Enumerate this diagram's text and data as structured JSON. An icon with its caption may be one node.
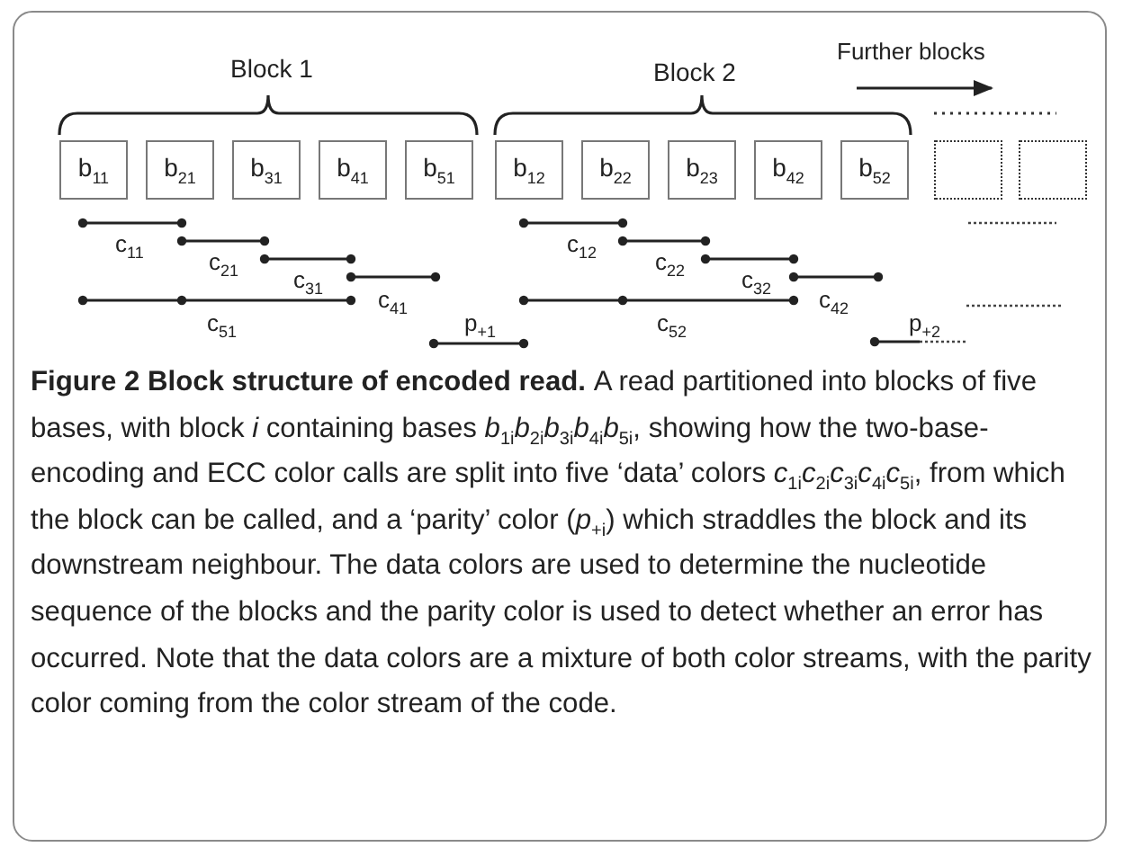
{
  "diagram": {
    "title": "Figure 2 Block structure of encoded read.",
    "caption": "A read partitioned into blocks of five bases, with block *i* containing bases *b*$_{1i}$*b*$_{2i}$*b*$_{3i}$*b*$_{4i}$*b*$_{5i}$, showing how the two-base-encoding and ECC color calls are split into five ‘data’ colors *c*$_{1i}$*c*$_{2i}$*c*$_{3i}$*c*$_{4i}$*c*$_{5i}$, from which the block can be called, and a ‘parity’ color (*p*$_{+i}$) which straddles the block and its downstream neighbour. The data colors are used to determine the nucleotide sequence of the blocks and the parity color is used to detect whether an error has occurred. Note that the data colors are a mixture of both color streams, with the parity color coming from the color stream of the code.",
    "nodes": [
      {
        "text": [
          "b$_{11}$"
        ]
      },
      {
        "text": [
          "b$_{21}$"
        ]
      },
      {
        "text": [
          "b$_{31}$"
        ]
      },
      {
        "text": [
          "b$_{41}$"
        ]
      },
      {
        "text": [
          "b$_{51}$"
        ]
      },
      {
        "text": [
          "b$_{12}$"
        ]
      },
      {
        "text": [
          "b$_{22}$"
        ]
      },
      {
        "text": [
          "b$_{23}$"
        ]
      },
      {
        "text": [
          "b$_{42}$"
        ]
      },
      {
        "text": [
          "b$_{52}$"
        ]
      },
      {
        "text": [],
        "shape": "box"
      },
      {
        "text": [],
        "shape": "box"
      }
    ],
    "edges": [],
    "labels": [
      "Further blocks",
      "Block 1",
      "Block 2",
      "c$_{11}$",
      "c$_{12}$",
      "c$_{21}$",
      "c$_{22}$",
      "c$_{31}$",
      "c$_{32}$",
      "c$_{41}$",
      "c$_{42}$",
      "c$_{51}$",
      "p$_{+1}$",
      "c$_{52}$",
      "p$_{+2}$"
    ]
  }
}
